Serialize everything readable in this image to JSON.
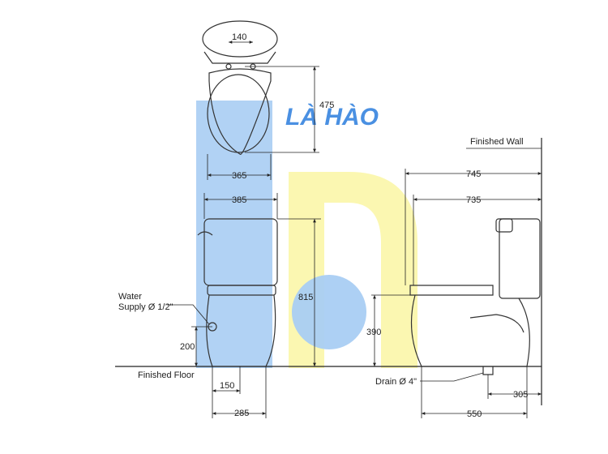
{
  "watermark": {
    "text": "LÀ HÀO",
    "blue": "#4a90e2",
    "light_blue": "#a9cdf3",
    "yellow": "#fbf6a8"
  },
  "labels": {
    "finished_wall": "Finished Wall",
    "finished_floor": "Finished Floor",
    "water_supply_line1": "Water",
    "water_supply_line2": "Supply Ø 1/2\"",
    "drain": "Drain Ø 4\""
  },
  "dimensions": {
    "hole_spacing": "140",
    "seat_length": "475",
    "seat_width": "365",
    "tank_width": "385",
    "total_height": "815",
    "seat_height": "390",
    "supply_height": "200",
    "supply_offset": "150",
    "base_width": "285",
    "depth_wall_1": "745",
    "depth_wall_2": "735",
    "base_depth": "550",
    "rough_in": "305"
  }
}
